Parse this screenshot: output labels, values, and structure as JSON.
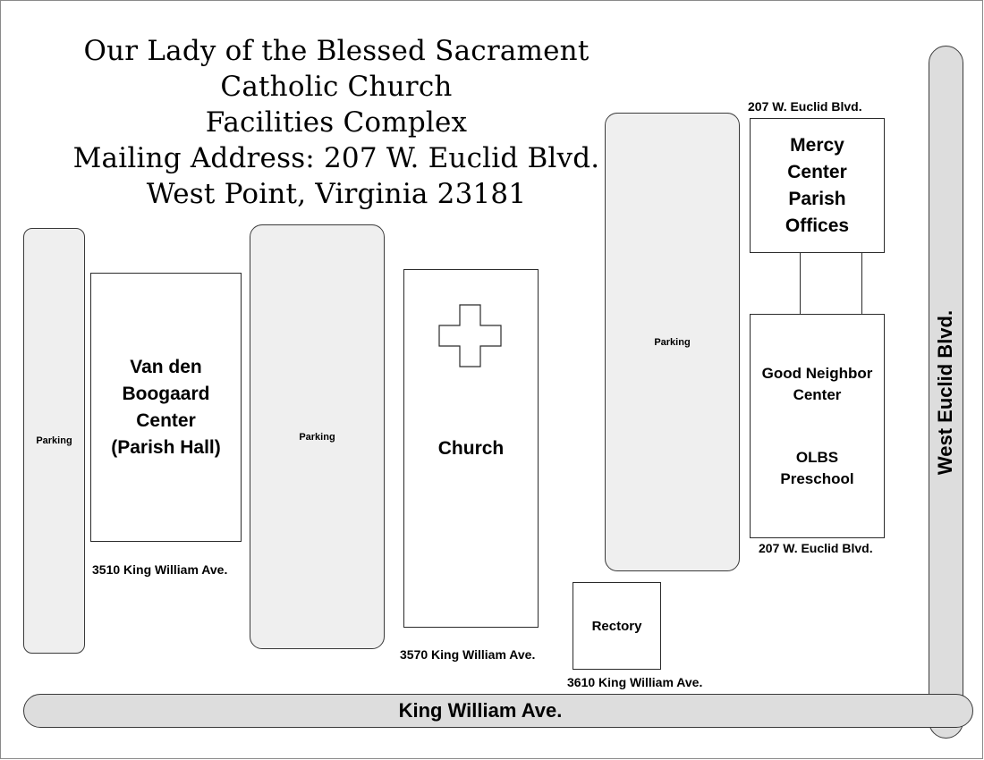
{
  "title": {
    "line1": "Our Lady of the Blessed Sacrament",
    "line2": "Catholic Church",
    "line3": "Facilities Complex",
    "line4": "Mailing Address: 207 W. Euclid Blvd.",
    "line5": "West Point, Virginia 23181"
  },
  "parking": {
    "label": "Parking"
  },
  "buildings": {
    "parish_hall": {
      "name_line1": "Van den",
      "name_line2": "Boogaard",
      "name_line3": "Center",
      "name_line4": "(Parish Hall)",
      "address": "3510 King William Ave."
    },
    "church": {
      "name": "Church",
      "address": "3570 King William Ave."
    },
    "rectory": {
      "name": "Rectory",
      "address": "3610 King William Ave."
    },
    "mercy_center": {
      "name_line1": "Mercy",
      "name_line2": "Center",
      "name_line3": "Parish",
      "name_line4": "Offices",
      "address": "207 W. Euclid Blvd."
    },
    "good_neighbor": {
      "name_line1": "Good Neighbor",
      "name_line2": "Center",
      "preschool_line1": "OLBS",
      "preschool_line2": "Preschool",
      "address": "207 W. Euclid Blvd."
    }
  },
  "roads": {
    "king_william": "King William Ave.",
    "west_euclid": "West Euclid Blvd."
  },
  "colors": {
    "lot_fill": "#efefef",
    "road_fill": "#dddddd",
    "outline": "#2a2a2a"
  }
}
